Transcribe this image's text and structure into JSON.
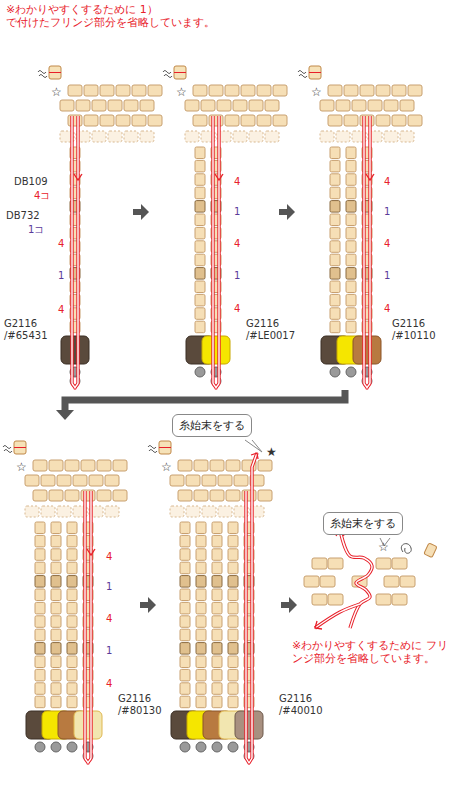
{
  "diagram": {
    "nodes": [
      {
        "text": [
          "糸始末をする"
        ]
      },
      {
        "text": [
          "糸始末をする"
        ]
      }
    ],
    "labels": [
      "※わかりやすくするために 1）で付けたフリンジ部分を省略しています。",
      "☆",
      "☆",
      "☆",
      "☆",
      "☆",
      "★",
      "DB109",
      "4コ",
      "DB732",
      "1コ",
      "4",
      "1",
      "4",
      "G2116 /#65431",
      "4",
      "1",
      "4",
      "1",
      "4",
      "G2116 /#LE0017",
      "4",
      "1",
      "4",
      "1",
      "4",
      "G2116 /#10110",
      "4",
      "1",
      "4",
      "1",
      "4",
      "G2116 /#80130",
      "G2116 /#40010",
      "☆",
      "※わかりやすくするために フリンジ部分を省略しています。"
    ]
  }
}
